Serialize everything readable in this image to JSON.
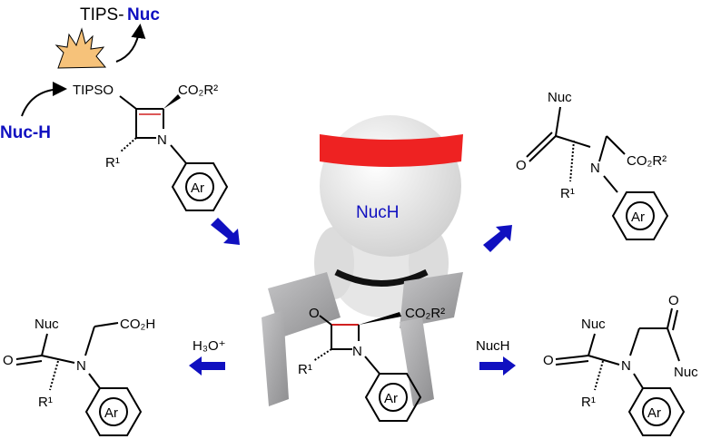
{
  "colors": {
    "accent_blue": "#1010c0",
    "ring_red": "#d02020",
    "headband": "#ee2222",
    "explosion": "#f6c27a",
    "brick": "#a9a9ab"
  },
  "top_left": {
    "tips_nuc_prefix": "TIPS-",
    "tips_nuc_suffix": "Nuc",
    "nuc_h": "Nuc-H",
    "tipso": "TIPSO",
    "ester": "CO₂R²",
    "n": "N",
    "r1": "R¹",
    "ar": "Ar"
  },
  "center": {
    "head_label": "NucH",
    "carbonyl_o": "O",
    "ester": "CO₂R²",
    "n": "N",
    "r1": "R¹",
    "ar": "Ar"
  },
  "top_right": {
    "nuc": "Nuc",
    "o": "O",
    "n": "N",
    "ester": "CO₂R²",
    "r1": "R¹",
    "ar": "Ar"
  },
  "bottom_left": {
    "nuc": "Nuc",
    "o": "O",
    "n": "N",
    "acid": "CO₂H",
    "r1": "R¹",
    "ar": "Ar",
    "reagent": "H₃O⁺"
  },
  "bottom_right": {
    "nuc": "Nuc",
    "o": "O",
    "o2": "O",
    "n": "N",
    "nuc2": "Nuc",
    "r1": "R¹",
    "ar": "Ar",
    "reagent": "NucH"
  }
}
